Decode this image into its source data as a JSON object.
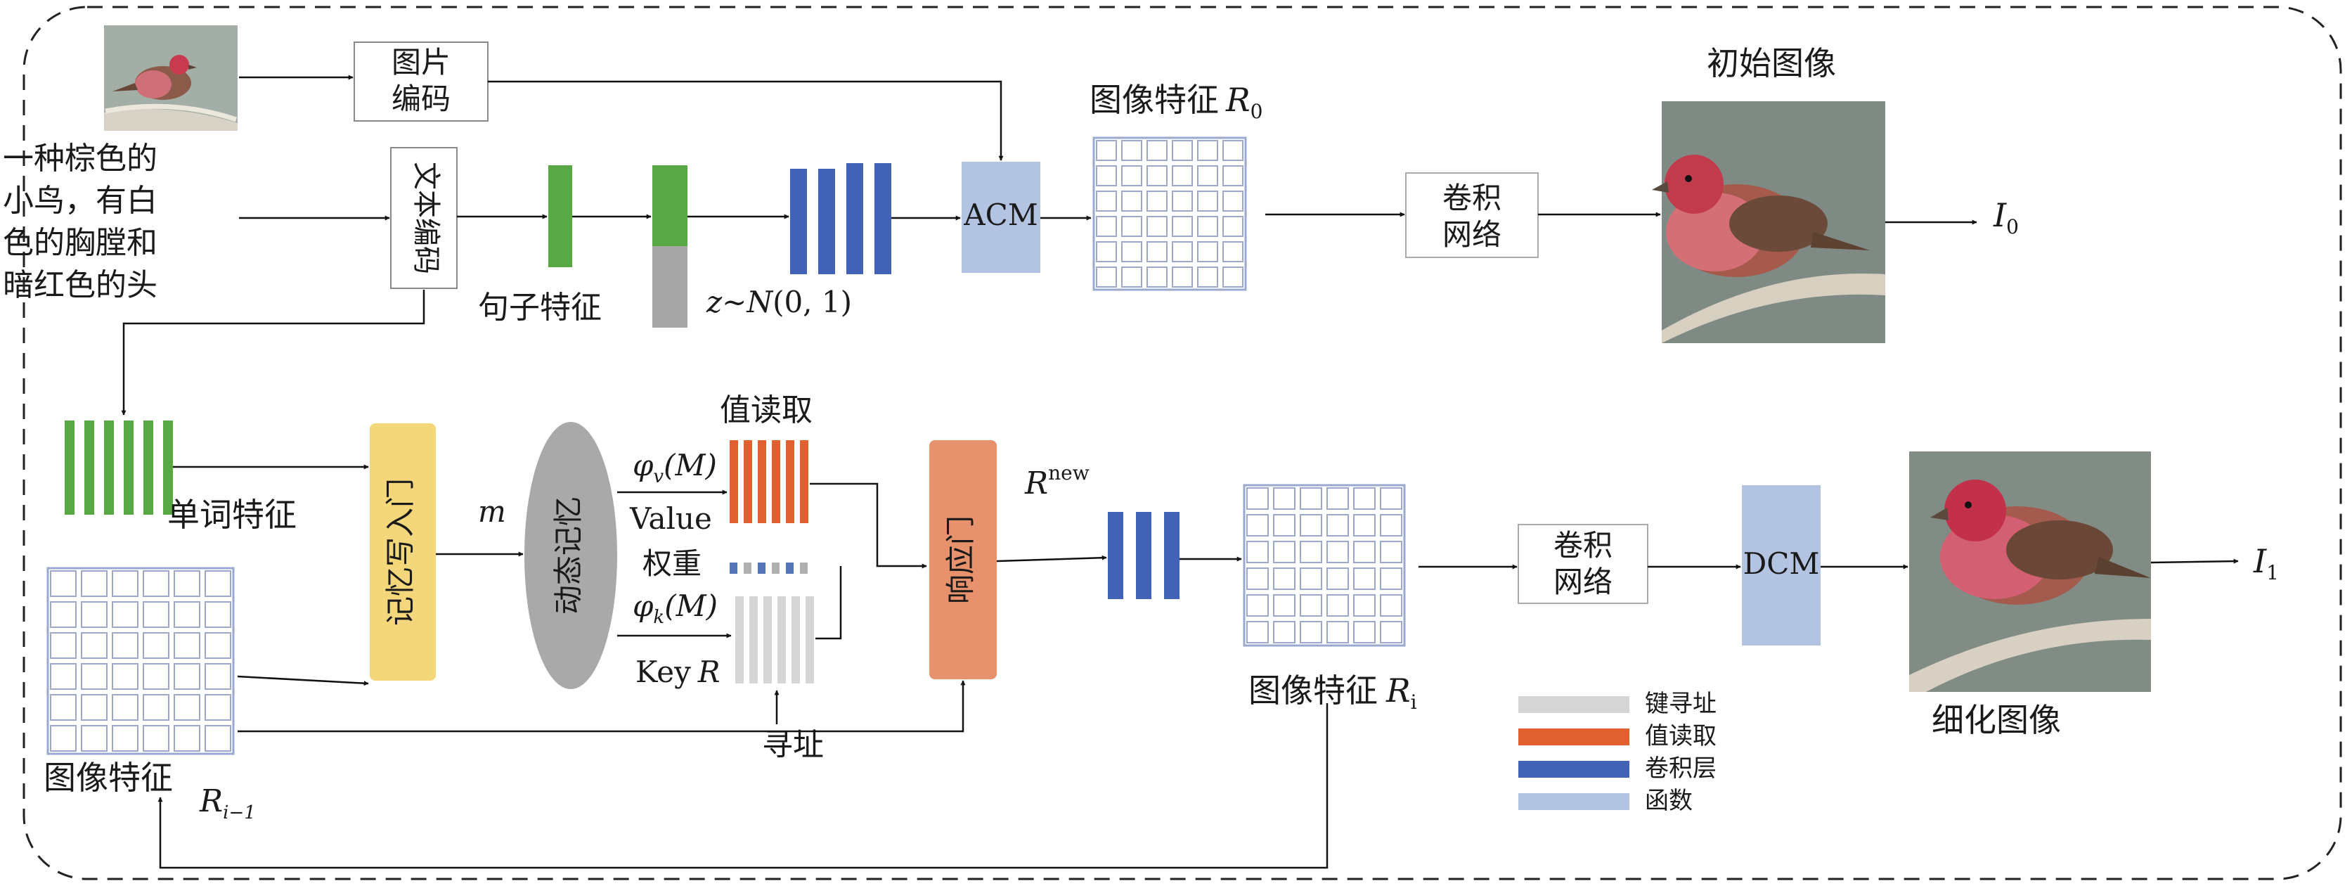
{
  "top": {
    "image_encode": [
      "图片",
      "编码"
    ],
    "text_input": [
      "一种棕色的",
      "小鸟，有白",
      "色的胸膛和",
      "暗红色的头"
    ],
    "text_encode": "文本编码",
    "sentence_feature": "句子特征",
    "noise_prefix": "z~",
    "noise_N": "N",
    "noise_args": "(0, 1)",
    "acm": "ACM",
    "feature_label": "图像特征",
    "feature_symbol": "R",
    "feature_sub": "0",
    "conv": [
      "卷积",
      "网络"
    ],
    "initial_image": "初始图像",
    "output_symbol": "I",
    "output_sub": "0"
  },
  "bottom": {
    "word_feature": "单词特征",
    "memory_write": "记忆写入门",
    "m_label": "m",
    "dynamic_memory": "动态记忆",
    "value_read": "值读取",
    "phi_v": "φ",
    "phi_v_sub": "v",
    "phi_arg": "(M)",
    "value_label": "Value",
    "weight_label": "权重",
    "phi_k": "φ",
    "phi_k_sub": "k",
    "key_label": "Key",
    "key_symbol": "R",
    "addressing": "寻址",
    "response_gate": "响应门",
    "rnew_symbol": "R",
    "rnew_sup": "new",
    "feature_label": "图像特征",
    "feature_symbol": "R",
    "feature_sub": "i",
    "conv": [
      "卷积",
      "网络"
    ],
    "dcm": "DCM",
    "refined_image": "细化图像",
    "output_symbol": "I",
    "output_sub": "1",
    "prev_feature_label": "图像特征",
    "prev_symbol": "R",
    "prev_sub": "i−1"
  },
  "legend": [
    {
      "label": "键寻址",
      "color": "#d6d6d6"
    },
    {
      "label": "值读取",
      "color": "#e0612f"
    },
    {
      "label": "卷积层",
      "color": "#4263b5"
    },
    {
      "label": "函数",
      "color": "#b3c3e2"
    }
  ],
  "colors": {
    "green": "#5aa845",
    "gray": "#a6a6a6",
    "blue": "#4263b5",
    "light_blue": "#b3c3e2",
    "orange": "#e0612f",
    "yellow": "#f4d77b",
    "salmon": "#e8916d",
    "ellipse": "#a9a9a9",
    "grid": "#9aa8cf"
  },
  "icons": [
    "bird-photo-small",
    "bird-photo-initial",
    "bird-photo-refined"
  ]
}
